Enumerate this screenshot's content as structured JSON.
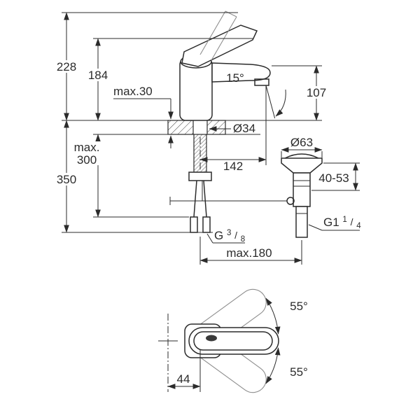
{
  "drawing": {
    "colors": {
      "line": "#2b2b2b",
      "phantom": "#8d8d8d",
      "accent_dark": "#3a3a3a",
      "background": "#ffffff"
    },
    "side_view": {
      "overall_height": "228",
      "lever_height": "184",
      "deck_thickness_max": "max.30",
      "stream_angle": "15°",
      "spout_height": "107",
      "hole_diameter": "Ø34",
      "spout_reach": "142",
      "hose_clearance_word": "max.",
      "hose_clearance_value": "300",
      "hose_length": "350",
      "supply_thread": {
        "base": "G",
        "numerator": "3",
        "slash": "/",
        "denominator": "8"
      },
      "rod_reach": "max.180"
    },
    "waste_view": {
      "flange_diameter": "Ø63",
      "deck_range": "40-53",
      "thread": {
        "base": "G1",
        "numerator": "1",
        "slash": "/",
        "denominator": "4"
      }
    },
    "top_view": {
      "swivel_upper": "55°",
      "swivel_lower": "55°",
      "handle_offset": "44"
    }
  }
}
